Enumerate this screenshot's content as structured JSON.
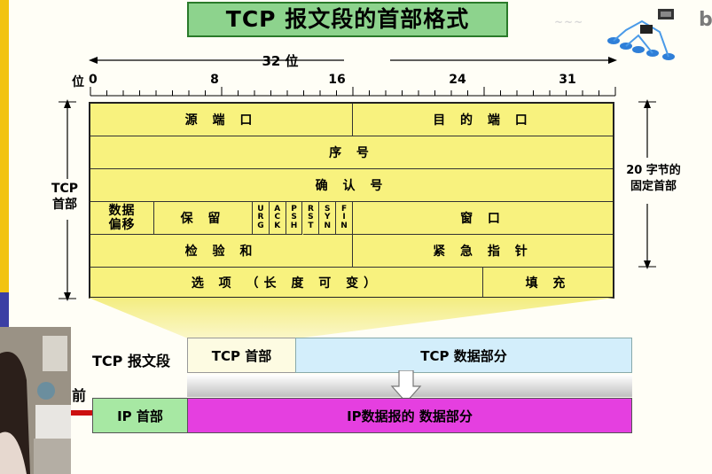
{
  "title": "TCP 报文段的首部格式",
  "width_label": "32 位",
  "bit_label": "位",
  "bit_ticks": [
    "0",
    "8",
    "16",
    "24",
    "31"
  ],
  "left_label_line1": "TCP",
  "left_label_line2": "首部",
  "right_label_line1": "20 字节的",
  "right_label_line2": "固定首部",
  "fields": {
    "src_port": "源 端 口",
    "dst_port": "目 的 端 口",
    "seq": "序 号",
    "ack": "确 认 号",
    "offset_line1": "数据",
    "offset_line2": "偏移",
    "reserved": "保 留",
    "flags": [
      [
        "U",
        "R",
        "G"
      ],
      [
        "A",
        "C",
        "K"
      ],
      [
        "P",
        "S",
        "H"
      ],
      [
        "R",
        "S",
        "T"
      ],
      [
        "S",
        "Y",
        "N"
      ],
      [
        "F",
        "I",
        "N"
      ]
    ],
    "window": "窗 口",
    "checksum": "检 验 和",
    "urgent": "紧 急 指 针",
    "options": "选 项 （长 度 可 变）",
    "padding": "填 充"
  },
  "segment_label": "TCP 报文段",
  "tcp_header_label": "TCP 首部",
  "tcp_data_label": "TCP 数据部分",
  "front_label": "前",
  "ip_header_label": "IP 首部",
  "ip_data_label": "IP数据报的 数据部分",
  "colors": {
    "header_fill": "#f8f27e",
    "title_fill": "#8dd38d",
    "tcp_data_fill": "#d3eefb",
    "ip_header_fill": "#a7e8a3",
    "ip_data_fill": "#e53fe0",
    "arrow_blue": "#3b3fa4"
  }
}
